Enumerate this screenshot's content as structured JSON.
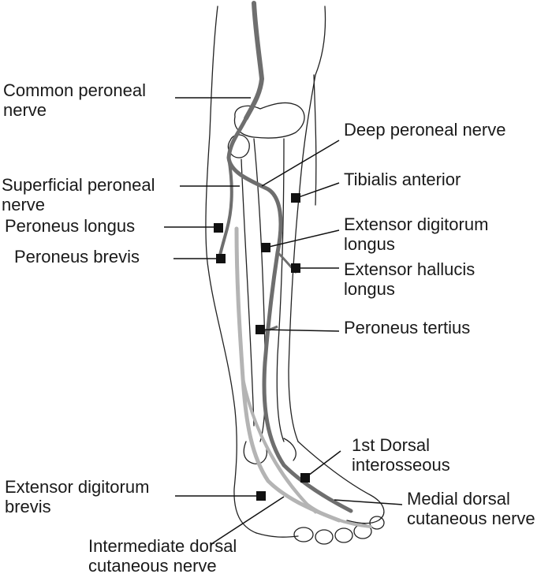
{
  "labels": {
    "common_peroneal_nerve": "Common peroneal\nnerve",
    "deep_peroneal_nerve": "Deep peroneal nerve",
    "superficial_peroneal_nerve": "Superficial peroneal\nnerve",
    "tibialis_anterior": "Tibialis anterior",
    "peroneus_longus": "Peroneus longus",
    "extensor_digitorum_longus": "Extensor digitorum\nlongus",
    "peroneus_brevis": "Peroneus brevis",
    "extensor_hallucis_longus": "Extensor hallucis\nlongus",
    "peroneus_tertius": "Peroneus tertius",
    "first_dorsal_interosseous": "1st Dorsal\ninterosseous",
    "extensor_digitorum_brevis": "Extensor digitorum\nbrevis",
    "medial_dorsal_cutaneous_nerve": "Medial dorsal\ncutaneous nerve",
    "intermediate_dorsal_cutaneous_nerve": "Intermediate dorsal\ncutaneous nerve"
  },
  "colors": {
    "deep_nerve": "#6e6e6e",
    "superficial_nerve": "#b4b4b4",
    "outline": "#222222",
    "marker": "#111111"
  }
}
